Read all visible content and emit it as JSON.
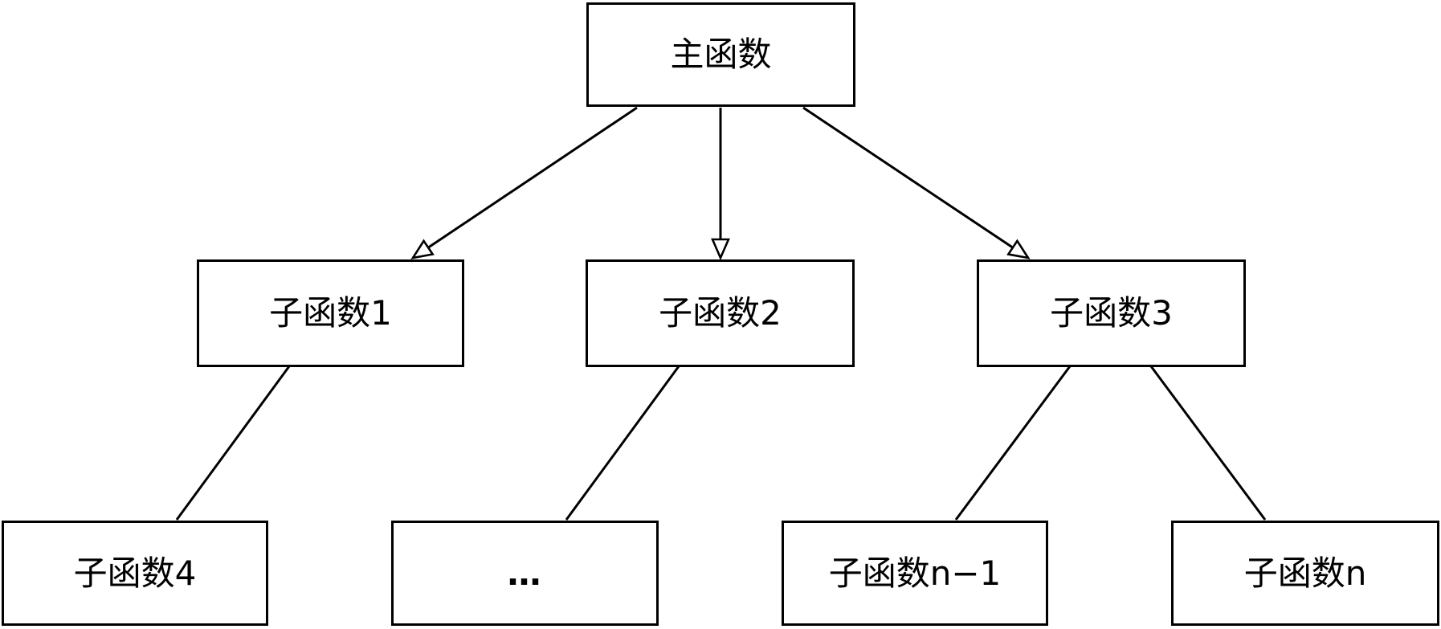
{
  "diagram": {
    "type": "function-call-hierarchy-flowchart",
    "colors": {
      "background": "#ffffff",
      "box_fill": "#ffffff",
      "line": "#000000",
      "text": "#000000"
    },
    "nodes": {
      "main": {
        "label": "主函数"
      },
      "sub1": {
        "label": "子函数1"
      },
      "sub2": {
        "label": "子函数2"
      },
      "sub3": {
        "label": "子函数3"
      },
      "sub4": {
        "label": "子函数4"
      },
      "dots": {
        "label": "…"
      },
      "sub_n_minus": {
        "label": "子函数n−1"
      },
      "sub_n": {
        "label": "子函数n"
      }
    },
    "edges": [
      {
        "from": "主函数",
        "to": "子函数1",
        "arrowhead": "hollow-triangle"
      },
      {
        "from": "主函数",
        "to": "子函数2",
        "arrowhead": "hollow-triangle"
      },
      {
        "from": "主函数",
        "to": "子函数3",
        "arrowhead": "hollow-triangle"
      },
      {
        "from": "子函数1",
        "to": "子函数4",
        "arrowhead": "none"
      },
      {
        "from": "子函数2",
        "to": "…",
        "arrowhead": "none"
      },
      {
        "from": "子函数3",
        "to": "子函数n−1",
        "arrowhead": "none"
      },
      {
        "from": "子函数3",
        "to": "子函数n",
        "arrowhead": "none"
      }
    ]
  }
}
